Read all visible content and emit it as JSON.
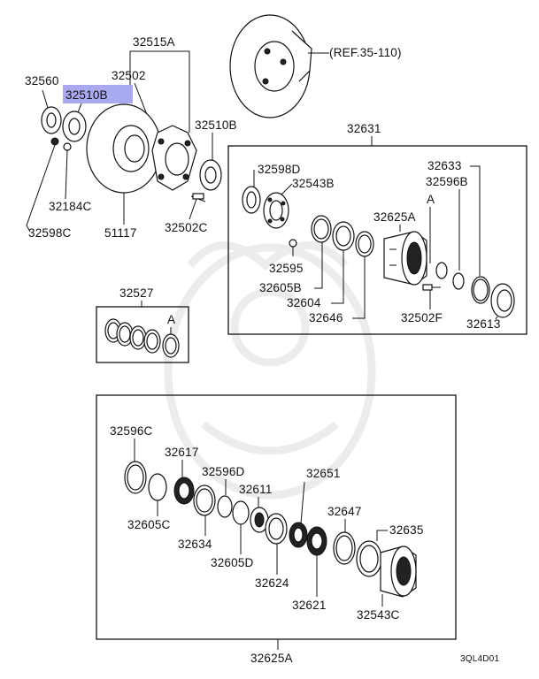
{
  "colors": {
    "ink": "#111111",
    "highlight": "#a9a9f0",
    "watermark": "#ececec"
  },
  "reference": "(REF.35-110)",
  "drawing_code": "3QL4D01",
  "parts": {
    "p32515A": "32515A",
    "p32560": "32560",
    "p32502": "32502",
    "p32510B_hl": "32510B",
    "p32510B": "32510B",
    "p32184C": "32184C",
    "p32598C": "32598C",
    "p51117": "51117",
    "p32502C": "32502C",
    "p32631": "32631",
    "p32598D": "32598D",
    "p32543B": "32543B",
    "p32633": "32633",
    "p32596B": "32596B",
    "p32625A_top": "32625A",
    "pA1": "A",
    "p32595": "32595",
    "p32605B": "32605B",
    "p32604": "32604",
    "p32646": "32646",
    "p32502F": "32502F",
    "p32613": "32613",
    "p32527": "32527",
    "pA2": "A",
    "p32596C": "32596C",
    "p32617": "32617",
    "p32596D": "32596D",
    "p32611": "32611",
    "p32651": "32651",
    "p32605C": "32605C",
    "p32634": "32634",
    "p32605D": "32605D",
    "p32647": "32647",
    "p32635": "32635",
    "p32624": "32624",
    "p32621": "32621",
    "p32543C": "32543C",
    "p32625A_bottom": "32625A"
  }
}
